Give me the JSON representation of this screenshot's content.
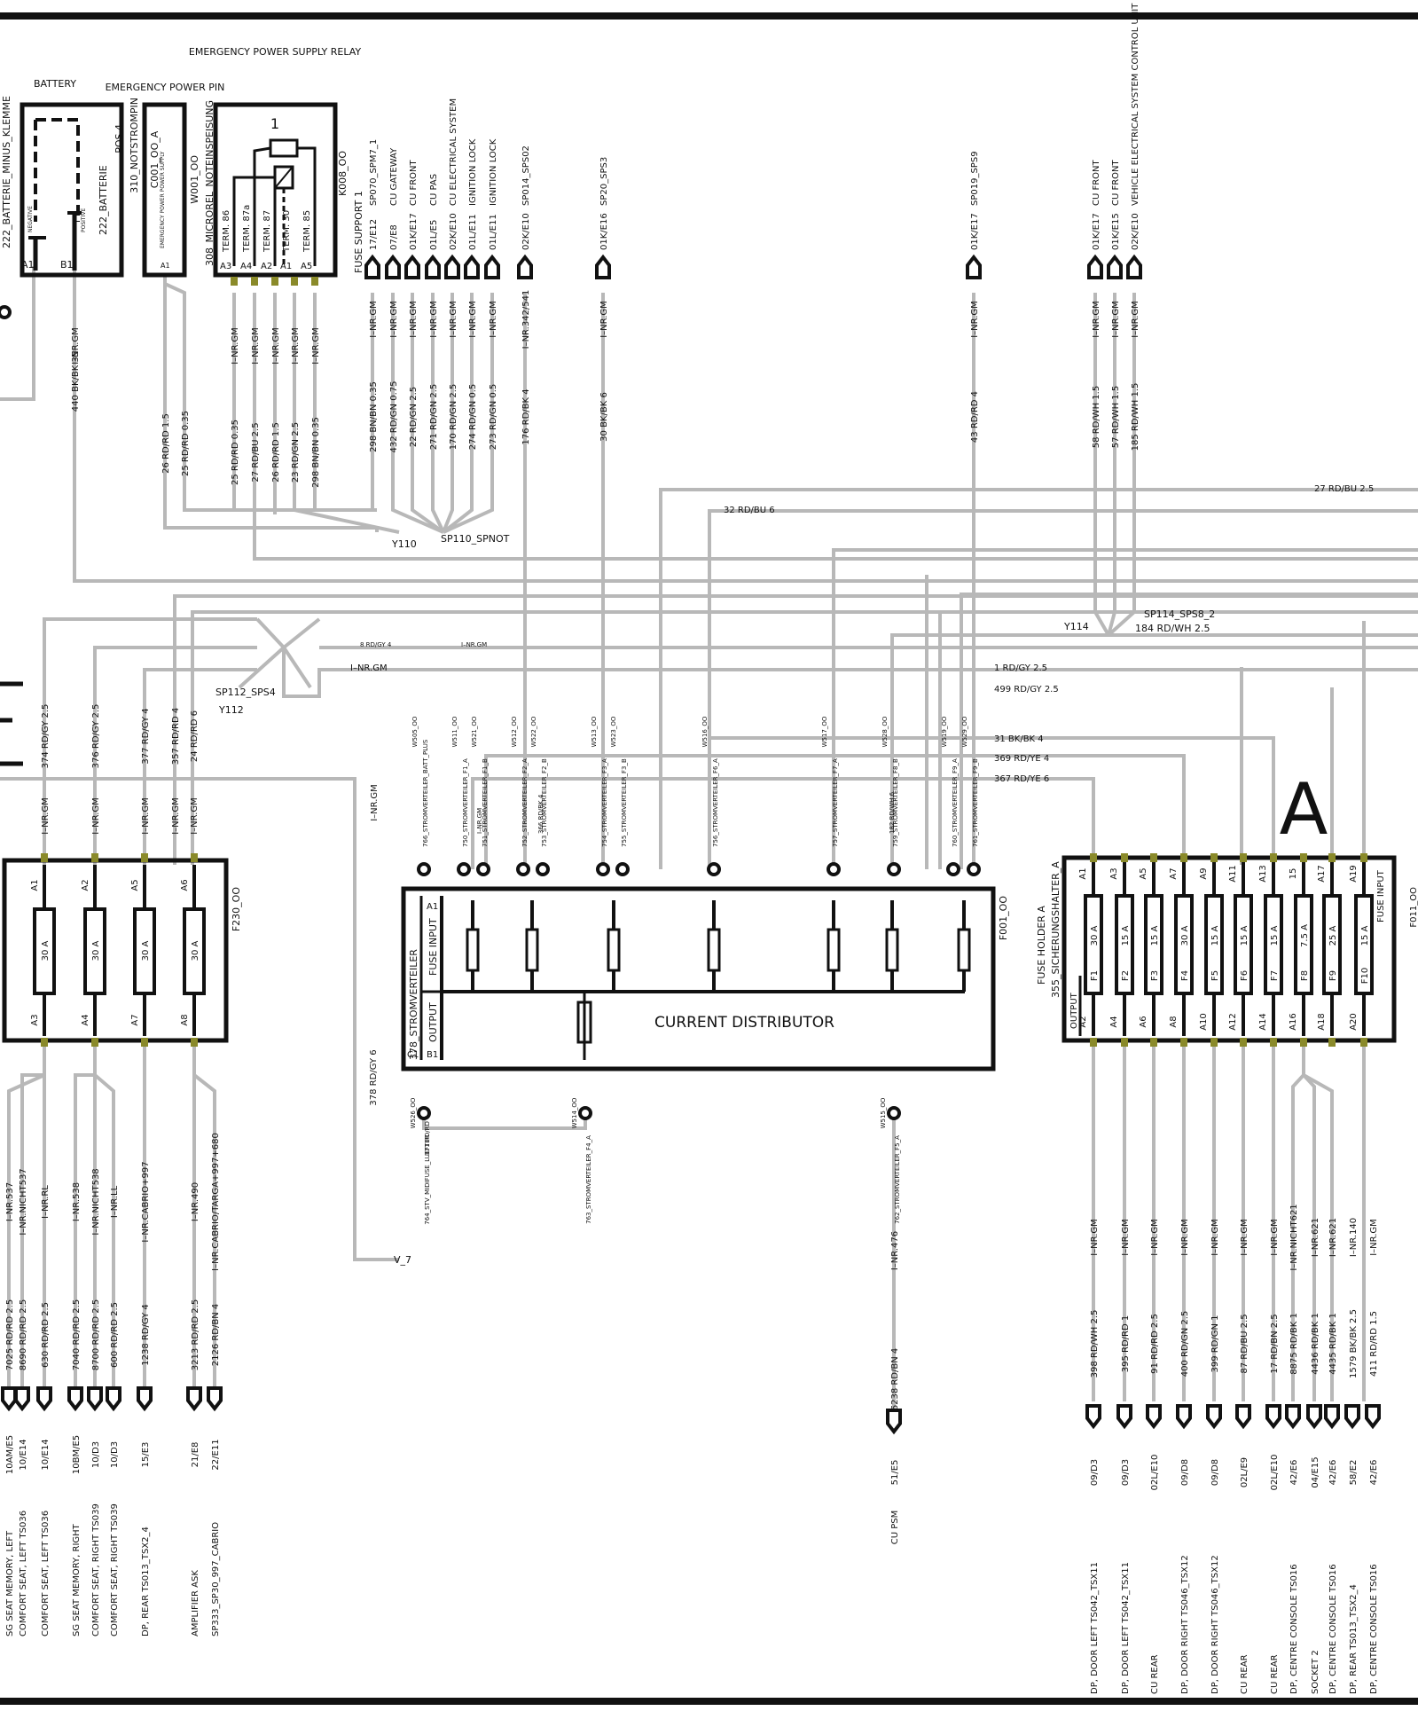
{
  "components": {
    "battery": {
      "title": "BATTERY",
      "part": "C001_OO_A",
      "ident": "222_BATTERIE",
      "ident2": "222_BATTERIE_MINUS_KLEMME",
      "neg": "NEGATIVE",
      "pos": "POSITIVE",
      "pin_a": "A1",
      "pin_b": "B1"
    },
    "emergency_pin": {
      "title": "EMERGENCY POWER PIN",
      "part": "POS.4",
      "ident": "310_NOTSTROMPIN",
      "inner": "EMERGENCY POWER   POWER SUPPLY",
      "pin": "A1"
    },
    "relay": {
      "title": "EMERGENCY POWER SUPPLY RELAY",
      "num": "1",
      "part": "W001_OO",
      "ident": "308_MICROREL_NOTEINSPEISUNG",
      "part2": "K008_OO",
      "terms": [
        "TERM. 86",
        "TERM. 87a",
        "TERM. 87",
        "TERM. 30",
        "TERM. 85"
      ],
      "pins": [
        "A3",
        "A4",
        "A2",
        "A1",
        "A5"
      ]
    },
    "fuse_support": {
      "label": "FUSE SUPPORT 1"
    },
    "f230": {
      "part": "F230_OO",
      "pins_top": [
        "A1",
        "A2",
        "A5",
        "A6"
      ],
      "pins_bottom": [
        "A3",
        "A4",
        "A7",
        "A8"
      ],
      "ratings": [
        "30 A",
        "30 A",
        "30 A",
        "30 A"
      ]
    },
    "current_distributor": {
      "title": "CURRENT DISTRIBUTOR",
      "part": "F001_OO",
      "ident": "378_STROMVERTEILER",
      "fuse_input": "FUSE INPUT",
      "output": "OUTPUT",
      "a1": "A1",
      "b1": "B1",
      "c1": "C1"
    },
    "fuse_holder": {
      "big_label": "A",
      "title": "FUSE HOLDER A",
      "ident": "355_SICHERUNGSHALTER_A",
      "fuse_input": "FUSE INPUT",
      "output": "OUTPUT",
      "pins_top": [
        "A1",
        "A3",
        "A5",
        "A7",
        "A9",
        "A11",
        "A13",
        "15",
        "A17",
        "A19"
      ],
      "pins_bottom": [
        "A2",
        "A4",
        "A6",
        "A8",
        "A10",
        "A12",
        "A14",
        "A16",
        "A18",
        "A20"
      ],
      "fuses": [
        "F1",
        "F2",
        "F3",
        "F4",
        "F5",
        "F6",
        "F7",
        "F8",
        "F9",
        "F10"
      ],
      "ratings": [
        "30 A",
        "15 A",
        "15 A",
        "30 A",
        "15 A",
        "15 A",
        "15 A",
        "7.5 A",
        "25 A",
        "15 A"
      ]
    }
  },
  "top_connectors": [
    {
      "wire": "298 BN/BN 0.35",
      "loc": "17/E12",
      "name": "SP070_SPM7_1",
      "cond": "I–NR.GM"
    },
    {
      "wire": "432 RD/GN 0.75",
      "loc": "07/E8",
      "name": "CU GATEWAY",
      "cond": "I–NR.GM"
    },
    {
      "wire": "22 RD/GN 2.5",
      "loc": "01K/E17",
      "name": "CU FRONT",
      "cond": "I–NR.GM"
    },
    {
      "wire": "271 RD/GN 2.5",
      "loc": "01L/E5",
      "name": "CU PAS",
      "cond": "I–NR.GM"
    },
    {
      "wire": "170 RD/GN 2.5",
      "loc": "02K/E10",
      "name": "CU ELECTRICAL SYSTEM",
      "cond": "I–NR.GM"
    },
    {
      "wire": "274 RD/GN 0.5",
      "loc": "01L/E11",
      "name": "IGNITION LOCK",
      "cond": "I–NR.GM"
    },
    {
      "wire": "273 RD/GN 0.5",
      "loc": "01L/E11",
      "name": "IGNITION LOCK",
      "cond": "I–NR.GM"
    },
    {
      "wire": "176 RD/BK 4",
      "loc": "02K/E10",
      "name": "SP014_SPS02",
      "cond": "I–NR.342/541"
    },
    {
      "wire": "30 BK/BK 6",
      "loc": "01K/E16",
      "name": "SP20_SPS3",
      "cond": "I–NR.GM"
    },
    {
      "wire": "43 RD/RD 4",
      "loc": "01K/E17",
      "name": "SP019_SPS9",
      "cond": "I–NR.GM"
    },
    {
      "wire": "58 RD/WH 1.5",
      "loc": "01K/E17",
      "name": "CU FRONT",
      "cond": "I–NR.GM"
    },
    {
      "wire": "57 RD/WH 1.5",
      "loc": "01K/E15",
      "name": "CU FRONT",
      "cond": "I–NR.GM"
    },
    {
      "wire": "185 RD/WH 1.5",
      "loc": "02K/E10",
      "name": "VEHICLE ELECTRICAL SYSTEM CONTROL UNIT",
      "cond": "I–NR.GM"
    }
  ],
  "relay_wires": [
    "25 RD/RD 0.35",
    "27 RD/BU 2.5",
    "26 RD/RD 1.5",
    "23 RD/GN 2.5",
    "298 BN/BN 0.35"
  ],
  "relay_conds": [
    "I–NR.GM",
    "I–NR.GM",
    "I–NR.GM",
    "I–NR.GM",
    "I–NR.GM"
  ],
  "misc_wires": {
    "battery_wire": "440 BK/BK 35",
    "battery_cond": "I–NR.GM",
    "pin_wire1": "26 RD/RD 1.5",
    "pin_wire2": "25 RD/RD 0.35",
    "y110": "Y110",
    "sp110": "SP110_SPNOT",
    "w_27": "27 RD/BU 2.5",
    "w_32": "32 RD/BU 6",
    "y114": "Y114",
    "sp114": "SP114_SPS8_2",
    "w_184": "184 RD/WH 2.5",
    "w_8": "8 RD/GY 4",
    "cond_8": "I–NR.GM",
    "cond_main": "I–NR.GM",
    "sp112": "SP112_SPS4",
    "y112": "Y112",
    "w_1": "1 RD/GY 2.5",
    "w_499": "499 RD/GY 2.5",
    "w_31": "31 BK/BK 4",
    "w_369": "369 RD/YE 4",
    "w_367": "367 RD/YE 6",
    "w_378": "378 RD/GY 6",
    "v7": "V_7",
    "cond_dist": "I–NR.GM"
  },
  "f230_wires": [
    {
      "wire": "374 RD/GY 2.5",
      "cond": "I–NR.GM"
    },
    {
      "wire": "376 RD/GY 2.5",
      "cond": "I–NR.GM"
    },
    {
      "wire": "377 RD/GY 4",
      "cond": "I–NR.GM"
    },
    {
      "wire": "357 RD/RD 4",
      "cond": "I–NR.GM"
    },
    {
      "wire": "24 RD/RD 6",
      "cond": "I–NR.GM"
    }
  ],
  "dist_inputs": [
    {
      "w": "W505_OO",
      "n": "766_STROMVERTEILER_BATT_PLUS"
    },
    {
      "w": "W511_OO",
      "n": "750_STROMVERTEILER_F1_A"
    },
    {
      "w": "W521_OO",
      "n": "751_STROMVERTEILER_F1_B"
    },
    {
      "w": "W512_OO",
      "n": "752_STROMVERTEILER_F2_A"
    },
    {
      "w": "W522_OO",
      "n": "753_STROMVERTEILER_F2_B"
    },
    {
      "w": "W513_OO",
      "n": "754_STROMVERTEILER_F3_A"
    },
    {
      "w": "W523_OO",
      "n": "755_STROMVERTEILER_F3_B"
    },
    {
      "w": "W516_OO",
      "n": "756_STROMVERTEILER_F6_A"
    },
    {
      "w": "W517_OO",
      "n": "757_STROMVERTEILER_F7_A"
    },
    {
      "w": "W528_OO",
      "n": "759_STROMVERTEILER_F8_B"
    },
    {
      "w": "W519_OO",
      "n": "760_STROMVERTEILER_F9_A"
    },
    {
      "w": "W529_OO",
      "n": "761_STROMVERTEILER_F9_B"
    }
  ],
  "dist_input_extra": {
    "a": "366 RD/BK 4",
    "b": "182 RD/WH 6",
    "c": "I–NR.GM"
  },
  "dist_outputs": [
    {
      "w": "W526_OO",
      "n": "764_STV_MIDIFUSE_LUEFTER",
      "wire": "371 RD/RD 6"
    },
    {
      "w": "W514_OO",
      "n": "763_STROMVERTEILER_F4_A"
    },
    {
      "w": "W515_OO",
      "n": "762_STROMVERTEILER_F5_A"
    }
  ],
  "cu_psm": {
    "cond": "I–NR.476",
    "wire": "6238 RD/BN 4",
    "loc": "51/E5",
    "name": "CU PSM"
  },
  "bottom_left": [
    {
      "cond": "I–NR.537",
      "wire": "7025 RD/RD 2.5",
      "loc": "10AM/E5",
      "name": "SG   SEAT MEMORY, LEFT"
    },
    {
      "cond": "I–NR.NICHT537",
      "wire": "8690 RD/RD 2.5",
      "loc": "10/E14",
      "name": "COMFORT SEAT, LEFT   TS036"
    },
    {
      "cond": "I–NR.RL",
      "wire": "630 RD/RD 2.5",
      "loc": "10/E14",
      "name": "COMFORT SEAT, LEFT   TS036"
    },
    {
      "cond": "I–NR.538",
      "wire": "7040 RD/RD 2.5",
      "loc": "10BM/E5",
      "name": "SG   SEAT MEMORY, RIGHT"
    },
    {
      "cond": "I–NR.NICHT538",
      "wire": "8700 RD/RD 2.5",
      "loc": "10/D3",
      "name": "COMFORT SEAT, RIGHT   TS039"
    },
    {
      "cond": "I–NR.LL",
      "wire": "600 RD/RD 2.5",
      "loc": "10/D3",
      "name": "COMFORT SEAT, RIGHT   TS039"
    },
    {
      "cond": "I–NR.CABRIO+997",
      "wire": "1238 RD/GY 4",
      "loc": "15/E3",
      "name": "DP, REAR   TS013_TSX2_4"
    },
    {
      "cond": "I–NR.490",
      "wire": "3213 RD/RD 2.5",
      "loc": "21/E8",
      "name": "AMPLIFIER   ASK"
    },
    {
      "cond": "I–NR.CABRIO/TARGA+997+680",
      "wire": "2126 RD/BN 4",
      "loc": "22/E11",
      "name": "SP333_SP30_997_CABRIO"
    }
  ],
  "bottom_right": [
    {
      "cond": "I–NR.GM",
      "wire": "398 RD/WH 2.5",
      "loc": "09/D3",
      "name": "DP, DOOR LEFT   TS042_TSX11"
    },
    {
      "cond": "I–NR.GM",
      "wire": "395 RD/RD 1",
      "loc": "09/D3",
      "name": "DP, DOOR LEFT   TS042_TSX11"
    },
    {
      "cond": "I–NR.GM",
      "wire": "91 RD/RD 2.5",
      "loc": "02L/E10",
      "name": "CU REAR"
    },
    {
      "cond": "I–NR.GM",
      "wire": "400 RD/GN 2.5",
      "loc": "09/D8",
      "name": "DP, DOOR RIGHT   TS046_TSX12"
    },
    {
      "cond": "I–NR.GM",
      "wire": "399 RD/GN 1",
      "loc": "09/D8",
      "name": "DP, DOOR RIGHT   TS046_TSX12"
    },
    {
      "cond": "I–NR.GM",
      "wire": "87 RD/BU 2.5",
      "loc": "02L/E9",
      "name": "CU REAR"
    },
    {
      "cond": "I–NR.GM",
      "wire": "17 RD/BN 2.5",
      "loc": "02L/E10",
      "name": "CU REAR"
    },
    {
      "cond": "I–NR.NICHT621",
      "wire": "8875 RD/BK 1",
      "loc": "42/E6",
      "name": "DP, CENTRE CONSOLE   TS016"
    },
    {
      "cond": "I–NR.621",
      "wire": "4436 RD/BK 1",
      "loc": "04/E15",
      "name": "SOCKET 2"
    },
    {
      "cond": "I–NR.621",
      "wire": "4435 RD/BK 1",
      "loc": "42/E6",
      "name": "DP, CENTRE CONSOLE   TS016"
    },
    {
      "cond": "I–NR.140",
      "wire": "1579 BK/BK 2.5",
      "loc": "58/E2",
      "name": "DP, REAR  TS013_TSX2_4"
    },
    {
      "cond": "I–NR.GM",
      "wire": "411 RD/RD 1.5",
      "loc": "42/E6",
      "name": "DP, CENTRE CONSOLE   TS016"
    }
  ],
  "edge_label": "F011_OO"
}
